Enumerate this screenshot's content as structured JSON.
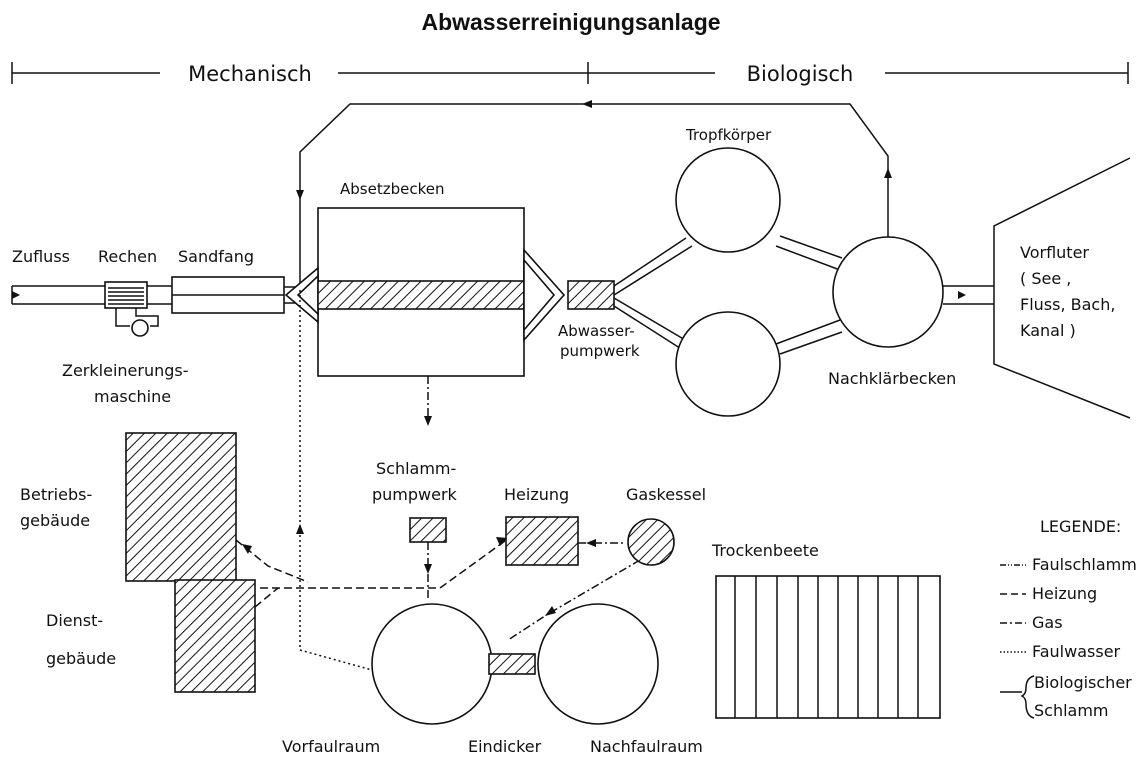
{
  "title": "Abwasserreinigungsanlage",
  "stages": {
    "mechanical": "Mechanisch",
    "biological": "Biologisch"
  },
  "labels": {
    "zufluss": "Zufluss",
    "rechen": "Rechen",
    "sandfang": "Sandfang",
    "absetzbecken": "Absetzbecken",
    "tropfkoerper": "Tropfkörper",
    "abwasserpumpwerk_1": "Abwasser-",
    "abwasserpumpwerk_2": "pumpwerk",
    "nachklaerbecken": "Nachklärbecken",
    "vorfluter_1": "Vorfluter",
    "vorfluter_2": "( See ,",
    "vorfluter_3": "Fluss, Bach,",
    "vorfluter_4": "Kanal )",
    "zerkleinerung_1": "Zerkleinerungs-",
    "zerkleinerung_2": "maschine",
    "betrieb_1": "Betriebs-",
    "betrieb_2": "gebäude",
    "dienst_1": "Dienst-",
    "dienst_2": "gebäude",
    "schlammpumpwerk_1": "Schlamm-",
    "schlammpumpwerk_2": "pumpwerk",
    "heizung": "Heizung",
    "gaskessel": "Gaskessel",
    "trockenbeete": "Trockenbeete",
    "vorfaulraum": "Vorfaulraum",
    "eindicker": "Eindicker",
    "nachfaulraum": "Nachfaulraum"
  },
  "legend": {
    "title": "LEGENDE:",
    "items": [
      {
        "label": "Faulschlamm",
        "style": "dash-dot-dot"
      },
      {
        "label": "Heizung",
        "style": "dashed"
      },
      {
        "label": "Gas",
        "style": "dash-dot"
      },
      {
        "label": "Faulwasser",
        "style": "dotted"
      },
      {
        "label": "Biologischer",
        "label2": "Schlamm",
        "style": "solid"
      }
    ]
  },
  "colors": {
    "ink": "#111111",
    "background": "#ffffff"
  }
}
